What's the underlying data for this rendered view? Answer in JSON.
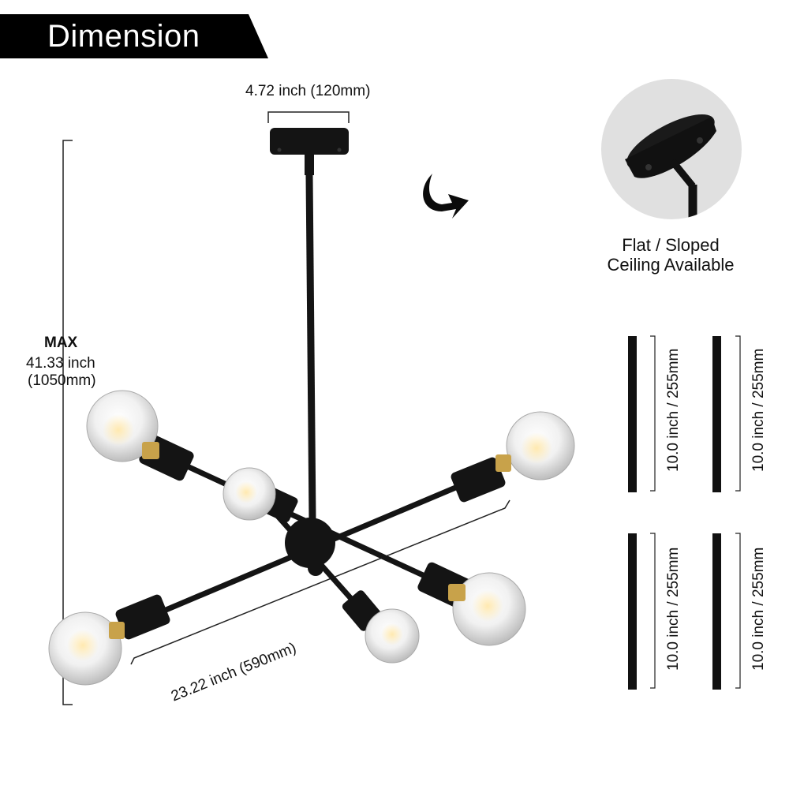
{
  "banner": {
    "title": "Dimension"
  },
  "dimensions": {
    "canopy_width": "4.72 inch (120mm)",
    "max_label": "MAX",
    "max_height_inch": "41.33 inch",
    "max_height_mm": "(1050mm)",
    "span": "23.22 inch (590mm)"
  },
  "ceiling": {
    "line1": "Flat / Sloped",
    "line2": "Ceiling Available"
  },
  "rods": {
    "rod1": "10.0 inch / 255mm",
    "rod2": "10.0 inch / 255mm",
    "rod3": "10.0 inch / 255mm",
    "rod4": "10.0 inch / 255mm"
  },
  "colors": {
    "fixture": "#111111",
    "banner": "#000000",
    "circle_bg": "#e0e0e0"
  }
}
